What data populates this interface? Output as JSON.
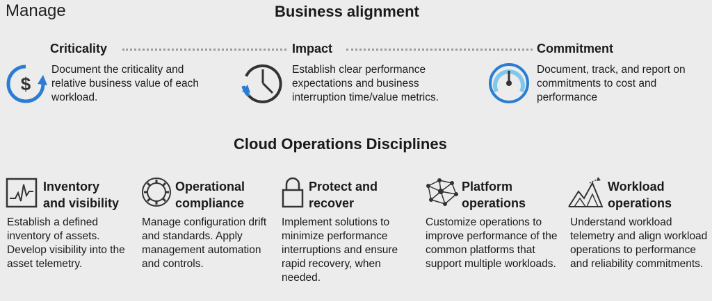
{
  "manage_label": "Manage",
  "business_alignment": {
    "title": "Business alignment",
    "items": [
      {
        "heading": "Criticality",
        "icon": "dollar-cycle-icon",
        "description": "Document the criticality and relative business value of each workload."
      },
      {
        "heading": "Impact",
        "icon": "clock-icon",
        "description": "Establish clear performance expectations and business interruption time/value metrics."
      },
      {
        "heading": "Commitment",
        "icon": "gauge-icon",
        "description": "Document, track, and report on commitments to cost and performance"
      }
    ]
  },
  "disciplines": {
    "title": "Cloud Operations Disciplines",
    "items": [
      {
        "title_line1": "Inventory",
        "title_line2": "and visibility",
        "icon": "monitor-chart-icon",
        "description": "Establish a defined inventory of assets. Develop visibility into the asset telemetry."
      },
      {
        "title_line1": "Operational",
        "title_line2": "compliance",
        "icon": "gear-icon",
        "description": "Manage configuration drift and standards. Apply management automation and controls."
      },
      {
        "title_line1": "Protect and",
        "title_line2": "recover",
        "icon": "lock-icon",
        "description": "Implement solutions to minimize performance interruptions and ensure rapid recovery, when needed."
      },
      {
        "title_line1": "Platform",
        "title_line2": "operations",
        "icon": "network-icon",
        "description": "Customize operations to improve performance of the common platforms that support multiple workloads."
      },
      {
        "title_line1": "Workload",
        "title_line2": "operations",
        "icon": "mountain-icon",
        "description": "Understand workload telemetry and align workload operations to performance and reliability commitments."
      }
    ]
  },
  "colors": {
    "accent_blue": "#2b7cd3",
    "light_blue": "#7fc8ec",
    "icon_dark": "#333333"
  }
}
